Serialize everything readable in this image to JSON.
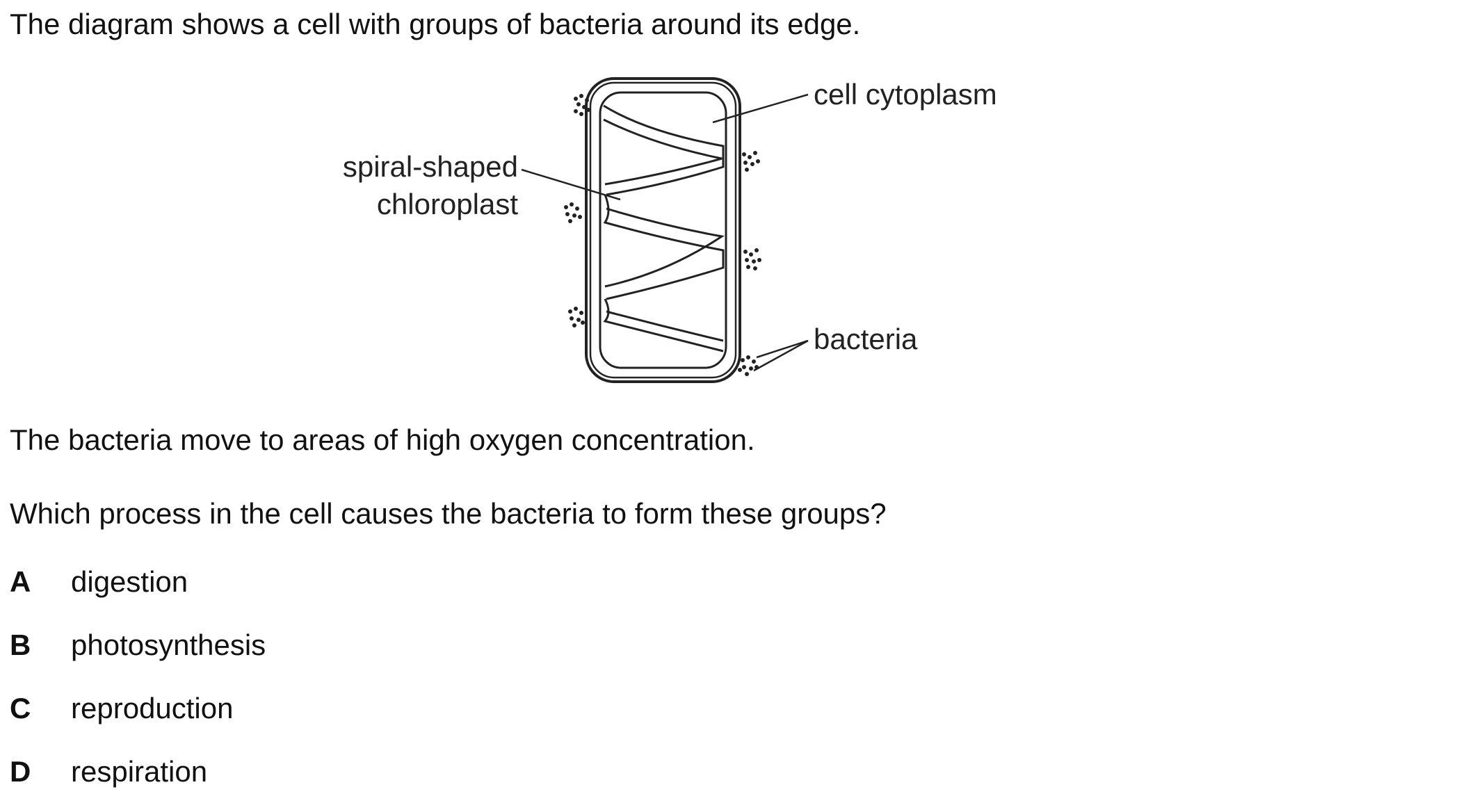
{
  "intro": "The diagram shows a cell with groups of bacteria around its edge.",
  "diagram": {
    "labels": {
      "cytoplasm": "cell cytoplasm",
      "chloroplast_line1": "spiral-shaped",
      "chloroplast_line2": "chloroplast",
      "bacteria": "bacteria"
    }
  },
  "statement": "The bacteria move to areas of high oxygen concentration.",
  "question": "Which process in the cell causes the bacteria to form these groups?",
  "options": [
    {
      "letter": "A",
      "text": "digestion"
    },
    {
      "letter": "B",
      "text": "photosynthesis"
    },
    {
      "letter": "C",
      "text": "reproduction"
    },
    {
      "letter": "D",
      "text": "respiration"
    }
  ]
}
